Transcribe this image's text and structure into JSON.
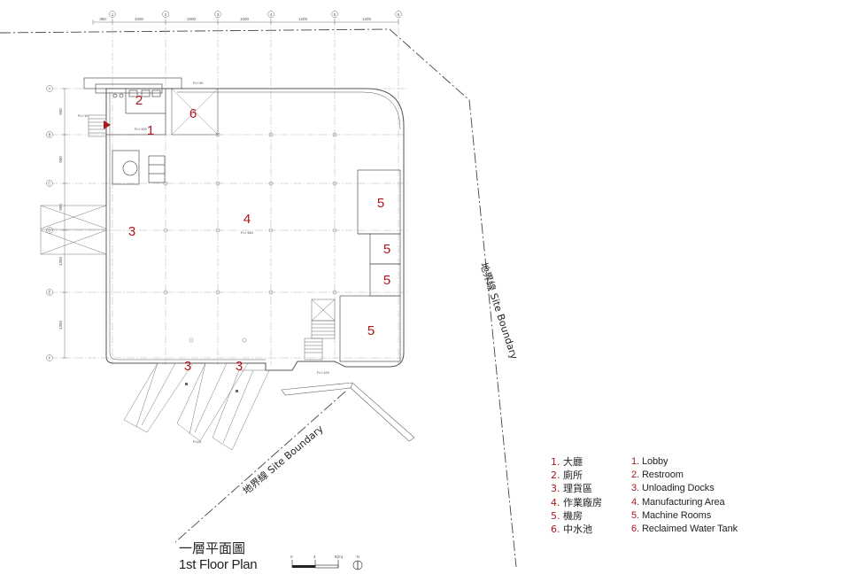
{
  "grid": {
    "column_labels": [
      "1",
      "2",
      "3",
      "4",
      "5",
      "6"
    ],
    "column_spacings": [
      "350",
      "1000",
      "1000",
      "1000",
      "1200",
      "1200"
    ],
    "row_labels": [
      "A",
      "B",
      "C",
      "D",
      "E",
      "F"
    ],
    "row_spacings": [
      "900",
      "900",
      "900",
      "1350",
      "1350"
    ]
  },
  "rooms": [
    "1",
    "2",
    "3",
    "4",
    "5",
    "6"
  ],
  "floor_levels": {
    "lobby": "FL+100",
    "manufacturing": "FL+150",
    "dock": "FL+125",
    "outdoor": "FL±0",
    "top": "FL+40",
    "left": "FL+10"
  },
  "boundary_label": "地界線 Site Boundary",
  "legend": {
    "zh": [
      {
        "num": "1.",
        "text": "大廳"
      },
      {
        "num": "2.",
        "text": "廁所"
      },
      {
        "num": "3.",
        "text": "理貨區"
      },
      {
        "num": "4.",
        "text": "作業廠房"
      },
      {
        "num": "5.",
        "text": "機房"
      },
      {
        "num": "6.",
        "text": "中水池"
      }
    ],
    "en": [
      {
        "num": "1.",
        "text": "Lobby"
      },
      {
        "num": "2.",
        "text": "Restroom"
      },
      {
        "num": "3.",
        "text": "Unloading Docks"
      },
      {
        "num": "4.",
        "text": "Manufacturing Area"
      },
      {
        "num": "5.",
        "text": "Machine Rooms"
      },
      {
        "num": "6.",
        "text": "Reclaimed Water Tank"
      }
    ]
  },
  "title": {
    "zh": "一層平面圖",
    "en": "1st Floor Plan"
  },
  "scale_bar": {
    "labels": [
      "0",
      "4",
      "8(m)"
    ]
  },
  "north_label": "N",
  "colors": {
    "accent": "#b0141e",
    "line": "#555555",
    "grid": "#b5b5b5"
  }
}
